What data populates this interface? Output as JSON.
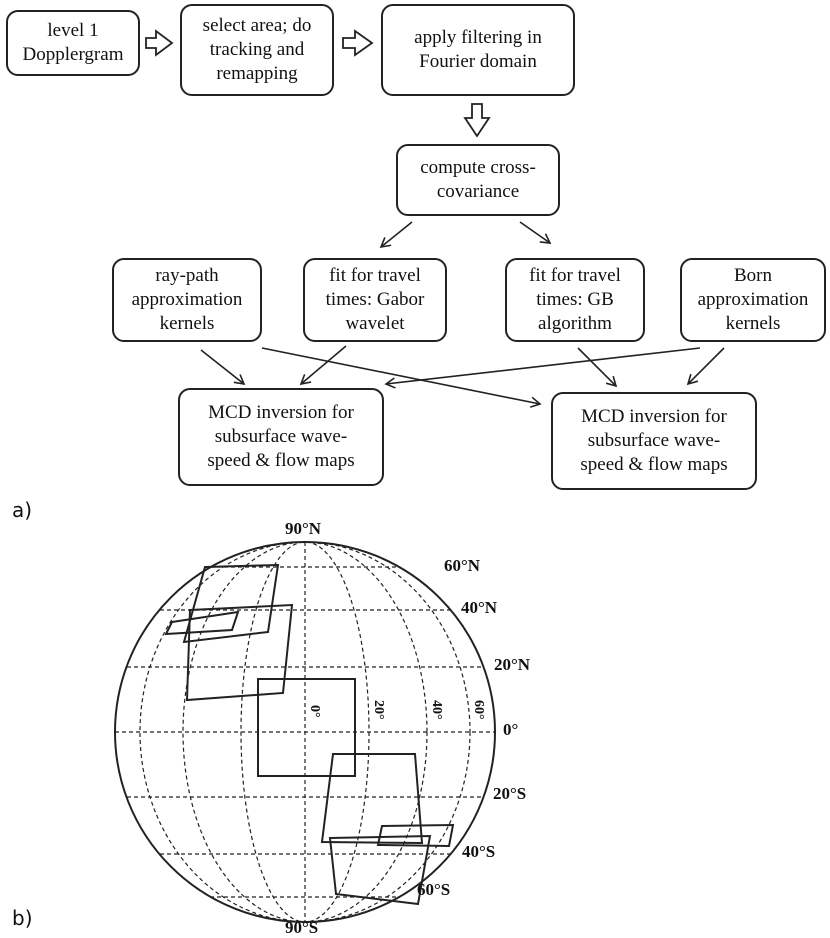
{
  "flowchart": {
    "level1": "level 1\nDopplergram",
    "select": "select area;  do\ntracking and\nremapping",
    "filter": "apply filtering in\nFourier domain",
    "cross": "compute cross-\ncovariance",
    "raypath": "ray-path\napproximation\nkernels",
    "gabor": "fit for travel\ntimes: Gabor\nwavelet",
    "gb": "fit for travel\ntimes: GB\nalgorithm",
    "born": "Born\napproximation\nkernels",
    "mcd_left": "MCD inversion for\nsubsurface wave-\nspeed & flow maps",
    "mcd_right": "MCD inversion for\nsubsurface wave-\nspeed & flow maps"
  },
  "panel_labels": {
    "a": "a)",
    "b": "b)"
  },
  "globe": {
    "lat_labels": [
      "90°N",
      "60°N",
      "40°N",
      "20°N",
      "0°",
      "20°S",
      "40°S",
      "60°S",
      "90°S"
    ],
    "lon_labels": [
      "0°",
      "20°",
      "40°",
      "60°"
    ]
  }
}
